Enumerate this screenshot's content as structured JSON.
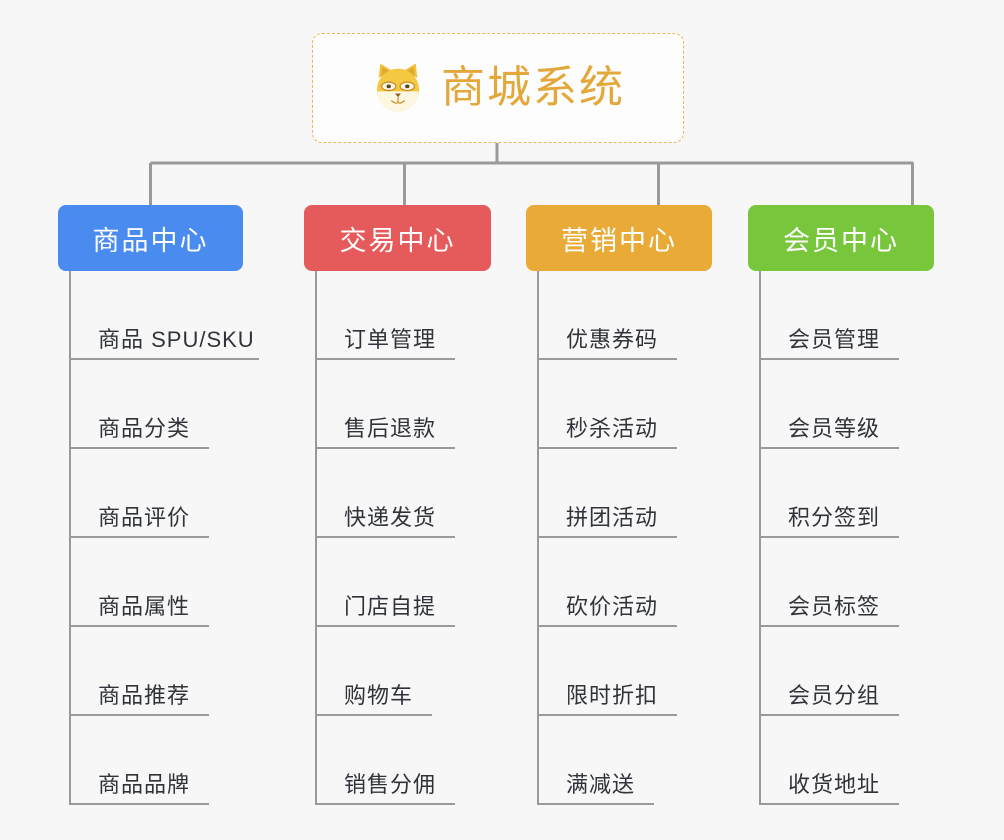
{
  "diagram": {
    "type": "org-chart-mindmap",
    "background_color": "#f7f7f7",
    "line_color": "#9a9a9a"
  },
  "root": {
    "title": "商城系统",
    "icon": "shiba-inu-dog-face-emoji",
    "text_color": "#e3a73a",
    "border_color": "#e8b654"
  },
  "columns": [
    {
      "label": "商品中心",
      "color": "#4a8bef",
      "items": [
        "商品 SPU/SKU",
        "商品分类",
        "商品评价",
        "商品属性",
        "商品推荐",
        "商品品牌"
      ]
    },
    {
      "label": "交易中心",
      "color": "#e55b5b",
      "items": [
        "订单管理",
        "售后退款",
        "快递发货",
        "门店自提",
        "购物车",
        "销售分佣"
      ]
    },
    {
      "label": "营销中心",
      "color": "#e9aa38",
      "items": [
        "优惠券码",
        "秒杀活动",
        "拼团活动",
        "砍价活动",
        "限时折扣",
        "满减送"
      ]
    },
    {
      "label": "会员中心",
      "color": "#77c63c",
      "items": [
        "会员管理",
        "会员等级",
        "积分签到",
        "会员标签",
        "会员分组",
        "收货地址"
      ]
    }
  ]
}
